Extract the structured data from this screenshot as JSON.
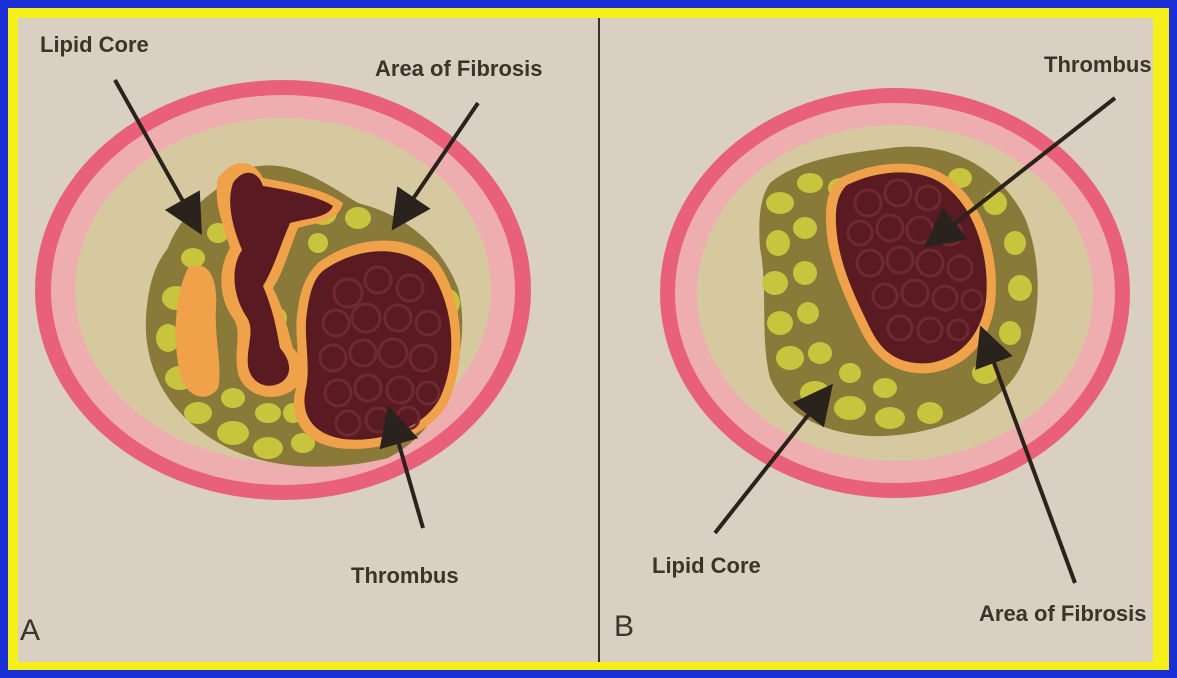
{
  "panels": [
    {
      "letter": "A",
      "labels": {
        "lipid_core": "Lipid Core",
        "fibrosis": "Area of Fibrosis",
        "thrombus": "Thrombus"
      }
    },
    {
      "letter": "B",
      "labels": {
        "thrombus": "Thrombus",
        "lipid_core": "Lipid Core",
        "fibrosis": "Area of Fibrosis"
      }
    }
  ],
  "colors": {
    "border": "#1a2fd6",
    "frame": "#f7ef1a",
    "background": "#d9cfc2",
    "vessel_outer": "#e8607a",
    "vessel_mid": "#eeaeb0",
    "vessel_inner": "#d6c9a0",
    "plaque": "#8a7a3a",
    "lipid_globule": "#c8c43e",
    "fibrosis": "#f0a24a",
    "thrombus": "#5a1a22",
    "thrombus_cell": "#6e2a30",
    "arrow": "#2a221c"
  }
}
